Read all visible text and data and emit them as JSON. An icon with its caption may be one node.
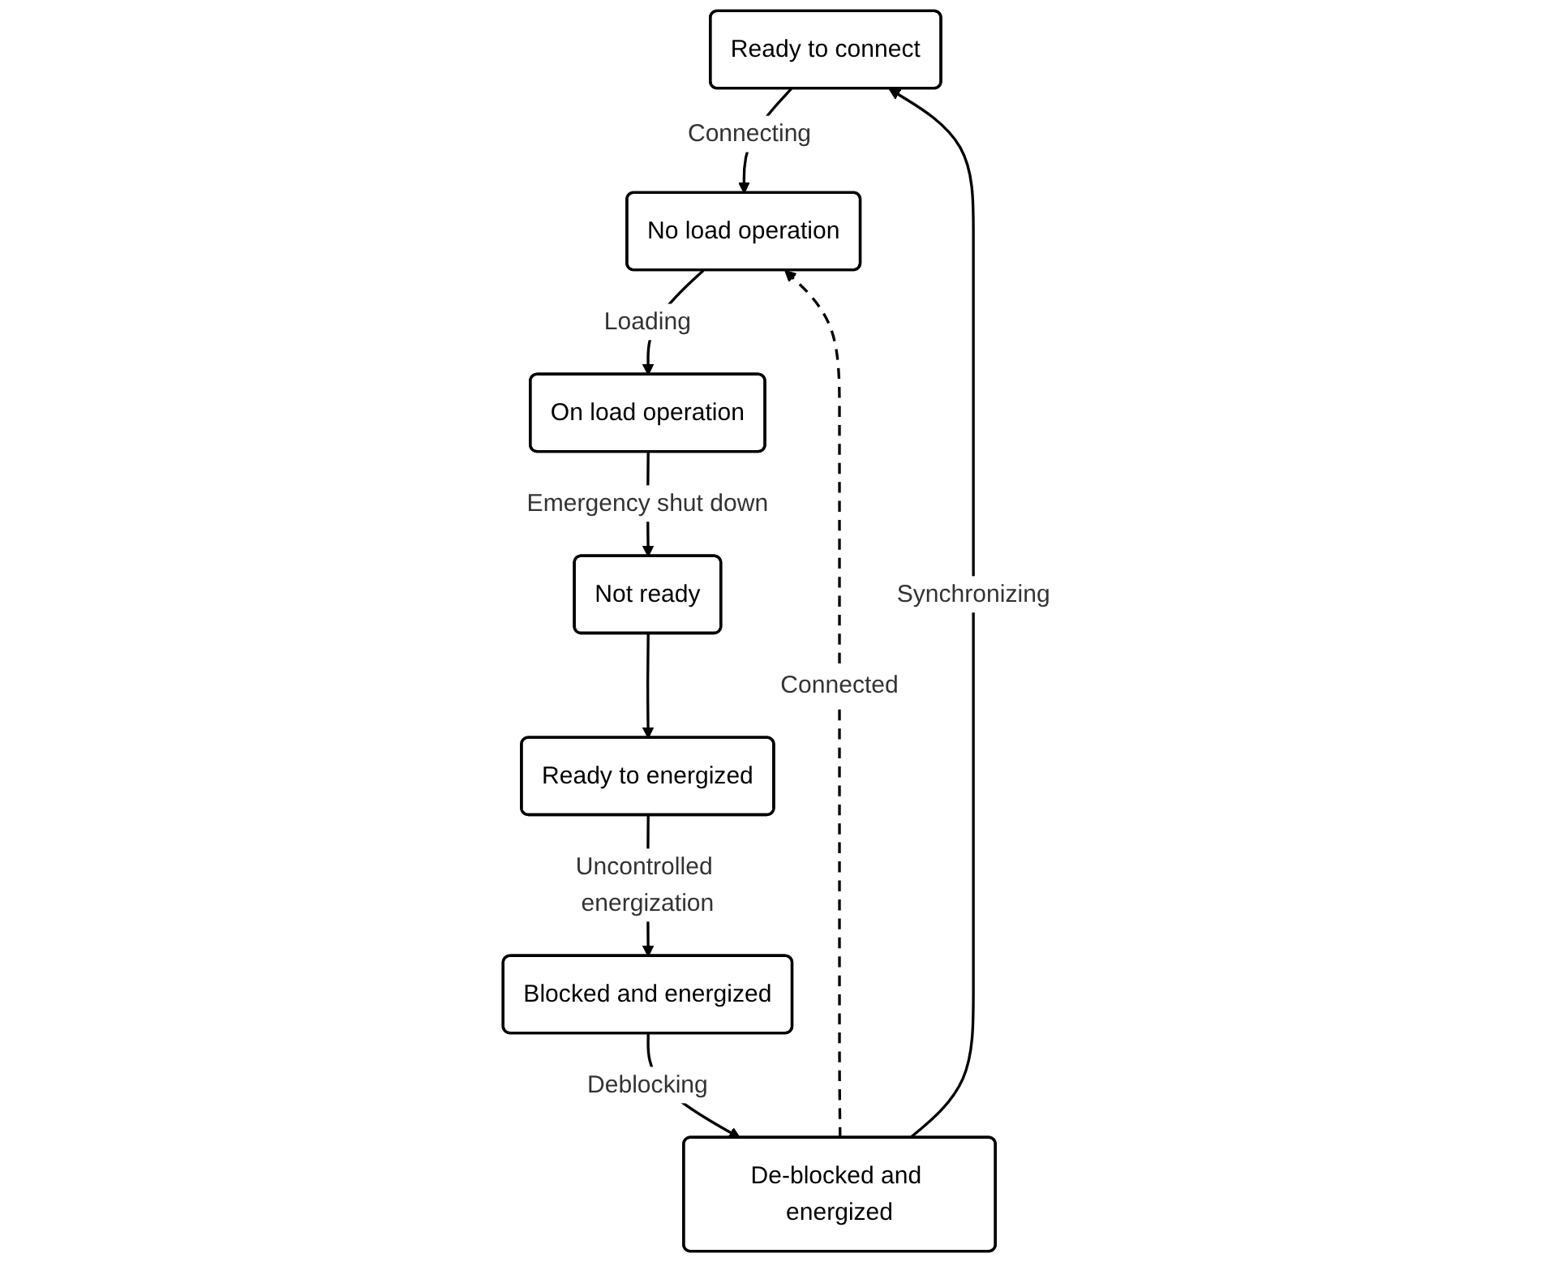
{
  "diagram": {
    "nodes": [
      {
        "text": [
          "Ready to connect"
        ]
      },
      {
        "text": [
          "De-blocked and energized"
        ]
      },
      {
        "text": [
          "No load operation"
        ]
      },
      {
        "text": [
          "Blocked and energized"
        ]
      },
      {
        "text": [
          "On load operation"
        ]
      },
      {
        "text": [
          "Ready to energized"
        ]
      },
      {
        "text": [
          "Not ready"
        ]
      }
    ],
    "edges": [
      {
        "from": 1,
        "to": 0,
        "arrow": "to",
        "label": "Synchronizing"
      },
      {
        "from": 0,
        "to": 2,
        "arrow": "to",
        "label": "Connecting"
      },
      {
        "from": 1,
        "to": 2,
        "arrow": "to",
        "label": "Connected",
        "style": "dashed"
      },
      {
        "from": 2,
        "to": 4,
        "arrow": "to",
        "label": "Loading"
      },
      {
        "from": 4,
        "to": 6,
        "arrow": "to",
        "label": "Emergency shut down"
      },
      {
        "from": 6,
        "to": 5,
        "arrow": "to"
      },
      {
        "from": 5,
        "to": 3,
        "arrow": "to",
        "label": "Uncontrolled energization"
      },
      {
        "from": 3,
        "to": 1,
        "arrow": "to",
        "label": "Deblocking"
      }
    ]
  }
}
